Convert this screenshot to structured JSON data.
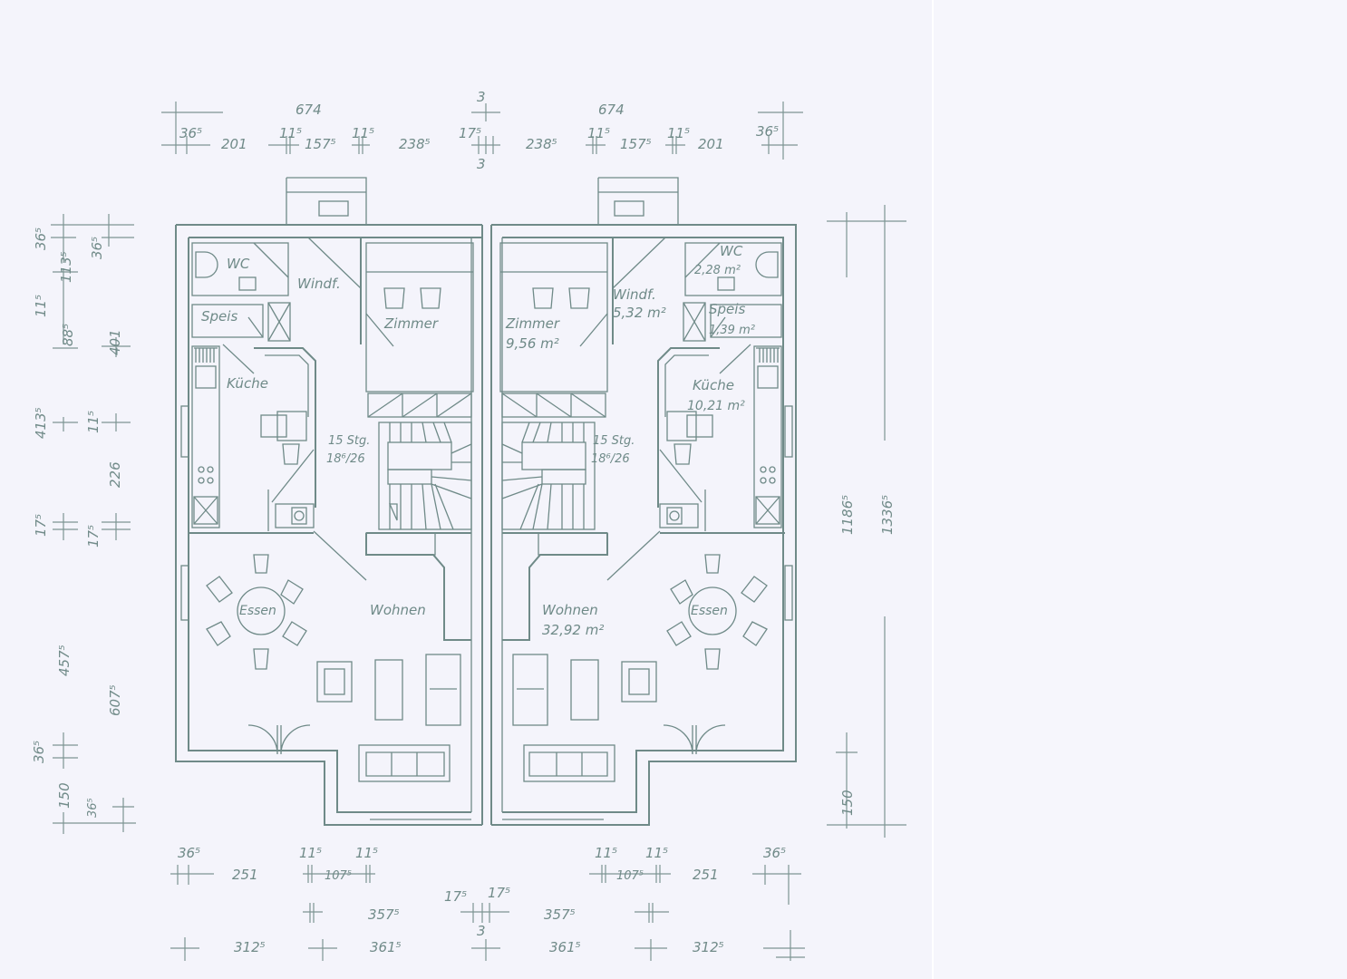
{
  "document": {
    "type": "floor-plan",
    "description": "Semi-detached house ground floor (Doppelhaushälfte, Erdgeschoss)",
    "line_color": "#6f8a88",
    "paper_color": "#f4f4fb"
  },
  "rooms_left": {
    "wc": "WC",
    "windfang": "Windf.",
    "speis": "Speis",
    "kueche": "Küche",
    "zimmer": "Zimmer",
    "stairs_line1": "15 Stg.",
    "stairs_line2": "18⁶/26",
    "essen": "Essen",
    "wohnen": "Wohnen"
  },
  "rooms_right": {
    "wc": "WC",
    "wc_area": "2,28 m²",
    "windfang": "Windf.",
    "windfang_area": "5,32 m²",
    "speis": "Speis",
    "speis_area": "1,39 m²",
    "kueche": "Küche",
    "kueche_area": "10,21 m²",
    "zimmer": "Zimmer",
    "zimmer_area": "9,56 m²",
    "stairs_line1": "15 Stg.",
    "stairs_line2": "18⁶/26",
    "essen": "Essen",
    "wohnen": "Wohnen",
    "wohnen_area": "32,92 m²"
  },
  "dimensions_top": {
    "overall_left": "674",
    "overall_right": "674",
    "party_wall": "3",
    "party_wall_bottom": "3",
    "segments_left": [
      "36⁵",
      "201",
      "11⁵",
      "157⁵",
      "11⁵",
      "238⁵"
    ],
    "center": "17⁵",
    "segments_right": [
      "238⁵",
      "11⁵",
      "157⁵",
      "11⁵",
      "201",
      "36⁵"
    ]
  },
  "dimensions_bottom": {
    "row1_left": [
      "36⁵",
      "251",
      "11⁵",
      "107⁵",
      "11⁵"
    ],
    "row1_right": [
      "11⁵",
      "107⁵",
      "11⁵",
      "251",
      "36⁵"
    ],
    "row2_left": "357⁵",
    "row2_center": [
      "17⁵",
      "17⁵"
    ],
    "row2_right": "357⁵",
    "row3": [
      "312⁵",
      "361⁵",
      "3",
      "361⁵",
      "312⁵"
    ]
  },
  "dimensions_left": {
    "outer": [
      "36⁵",
      "11⁵",
      "11⁵",
      "413⁵",
      "17⁵",
      "457⁵",
      "36⁵",
      "150"
    ],
    "inner": [
      "113⁵",
      "88⁵",
      "36⁵",
      "401",
      "11⁵",
      "226",
      "17⁵",
      "607⁵",
      "36⁵"
    ]
  },
  "dimensions_right": {
    "inner": "1186⁵",
    "outer": "1336⁵",
    "bay": "150"
  }
}
